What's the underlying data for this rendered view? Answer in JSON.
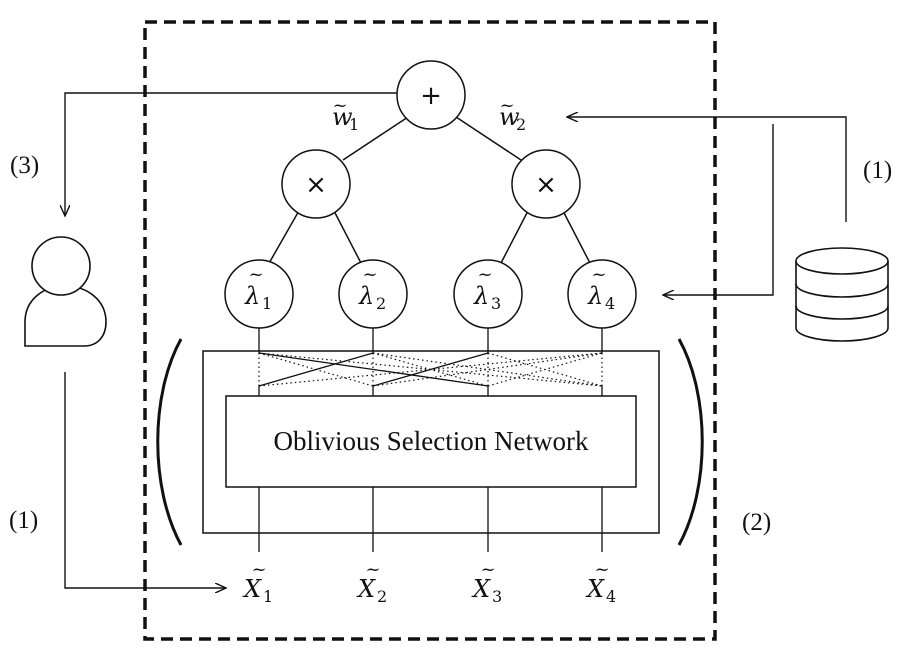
{
  "diagram": {
    "root_op": "+",
    "mul_op": "×",
    "weights": [
      {
        "symbol": "w",
        "sub": "1"
      },
      {
        "symbol": "w",
        "sub": "2"
      }
    ],
    "lambdas": [
      {
        "symbol": "λ",
        "sub": "1"
      },
      {
        "symbol": "λ",
        "sub": "2"
      },
      {
        "symbol": "λ",
        "sub": "3"
      },
      {
        "symbol": "λ",
        "sub": "4"
      }
    ],
    "inputs": [
      {
        "symbol": "X",
        "sub": "1"
      },
      {
        "symbol": "X",
        "sub": "2"
      },
      {
        "symbol": "X",
        "sub": "3"
      },
      {
        "symbol": "X",
        "sub": "4"
      }
    ],
    "network_label": "Oblivious Selection Network",
    "step_labels": {
      "top_left": "(3)",
      "top_right": "(1)",
      "bottom_left": "(1)",
      "bottom_right": "(2)"
    },
    "icons": [
      "user-icon",
      "database-icon"
    ]
  }
}
